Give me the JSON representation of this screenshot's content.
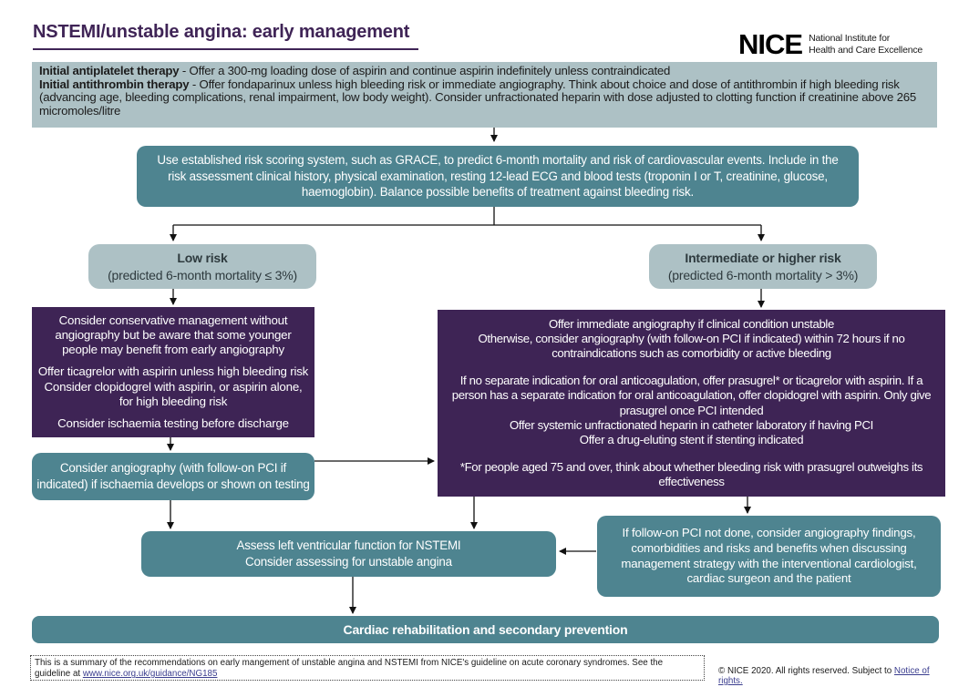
{
  "header": {
    "title": "NSTEMI/unstable angina: early management",
    "logo": {
      "brand": "NICE",
      "tagline_line1": "National Institute for",
      "tagline_line2": "Health and Care Excellence"
    }
  },
  "colors": {
    "teal": "#4e8490",
    "light_box": "#adc1c5",
    "purple_box": "#3e2455",
    "title_purple": "#3f2456",
    "link": "#3b3e8f"
  },
  "boxes": {
    "initial_therapy": {
      "line1_bold": "Initial antiplatelet therapy",
      "line1_rest": " - Offer a 300-mg loading dose of aspirin and continue aspirin indefinitely unless contraindicated",
      "line2_bold": "Initial antithrombin therapy",
      "line2_rest": " -  Offer fondaparinux unless high bleeding risk or immediate angiography. Think about choice and dose of antithrombin if high bleeding risk (advancing age, bleeding complications, renal impairment, low body weight). Consider unfractionated heparin with dose adjusted to clotting function if creatinine above 265 micromoles/litre"
    },
    "risk_assessment": "Use established risk scoring system, such as GRACE, to predict 6-month mortality and risk of cardiovascular events. Include in the risk assessment clinical history, physical examination, resting 12-lead ECG and blood tests (troponin I or T, creatinine,  glucose, haemoglobin). Balance possible benefits of treatment against bleeding risk.",
    "low_risk": {
      "title": "Low risk",
      "subtitle": "(predicted 6-month mortality ≤ 3%)"
    },
    "intermediate_risk": {
      "title": "Intermediate or higher risk",
      "subtitle": "(predicted 6-month mortality > 3%)"
    },
    "low_risk_management": {
      "para1": "Consider conservative management without angiography but be aware that some younger people may benefit from early angiography",
      "para2_line1": "Offer ticagrelor with aspirin unless high bleeding risk",
      "para2_line2": "Consider clopidogrel with aspirin, or aspirin alone, for high bleeding risk",
      "para3": "Consider ischaemia testing before discharge"
    },
    "higher_risk_management": {
      "para1_line1": "Offer immediate angiography if clinical condition unstable",
      "para1_line2": "Otherwise, consider angiography (with follow-on PCI if indicated) within 72 hours if no contraindications such as comorbidity or active bleeding",
      "para2_line1": "If no separate indication for oral anticoagulation, offer prasugrel* or ticagrelor with aspirin. If a person has a separate indication for oral anticoagulation, offer clopidogrel with aspirin. Only give prasugrel once PCI intended",
      "para2_line2": "Offer systemic unfractionated heparin in catheter laboratory if having PCI",
      "para2_line3": "Offer a drug-eluting stent if stenting indicated",
      "para3": "*For people aged 75 and over, think about whether bleeding risk with prasugrel outweighs its effectiveness"
    },
    "consider_angiography": "Consider angiography (with follow-on PCI if indicated) if ischaemia develops or shown on testing",
    "assess": {
      "line1": "Assess left ventricular function for NSTEMI",
      "line2": "Consider assessing for unstable angina"
    },
    "pci_not_done": "If follow-on PCI not done, consider angiography findings, comorbidities and risks and benefits when discussing management strategy with the interventional cardiologist, cardiac surgeon and the patient",
    "cardiac_rehab": "Cardiac rehabilitation and secondary prevention"
  },
  "footer": {
    "summary_before_link": "This is a summary of the recommendations on early mangement of unstable angina and NSTEMI from NICE's guideline on acute coronary syndromes. See the guideline at ",
    "summary_link": "www.nice.org.uk/guidance/NG185",
    "copyright_before_link": "© NICE 2020. All rights reserved. Subject to ",
    "copyright_link": "Notice of rights."
  }
}
